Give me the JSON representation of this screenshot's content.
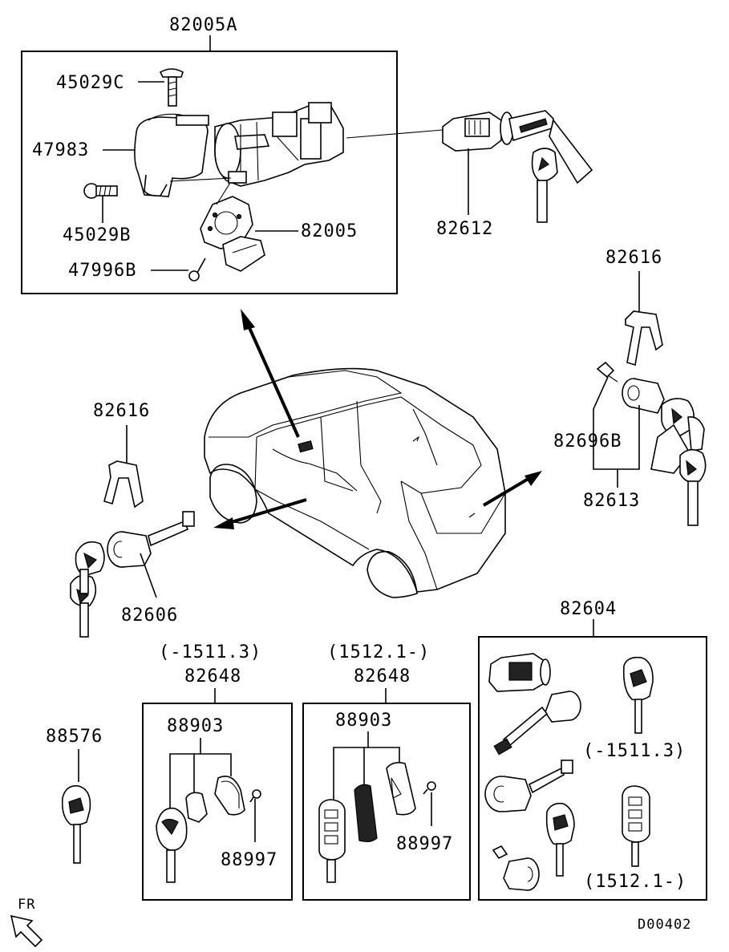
{
  "labels": {
    "assy_82005A": "82005A",
    "p45029C": "45029C",
    "p47983": "47983",
    "p45029B": "45029B",
    "p82005": "82005",
    "p47996B": "47996B",
    "p82612": "82612",
    "p82616_right": "82616",
    "p82696B": "82696B",
    "p82613": "82613",
    "p82616_left": "82616",
    "p82606": "82606",
    "p82604": "82604",
    "range_early": "(-1511.3)",
    "p82648_early": "82648",
    "range_late": "(1512.1-)",
    "p82648_late": "82648",
    "p88903_early": "88903",
    "p88903_late": "88903",
    "p88997_early": "88997",
    "p88997_late": "88997",
    "p88576": "88576",
    "kit_range_early": "(-1511.3)",
    "kit_range_late": "(1512.1-)",
    "fr": "FR",
    "drawing_code": "D00402"
  },
  "icons": [
    "ignition-switch-icon",
    "key-icon",
    "remote-key-icon",
    "lock-cylinder-icon",
    "vehicle-outline-icon",
    "fr-arrow-icon"
  ]
}
